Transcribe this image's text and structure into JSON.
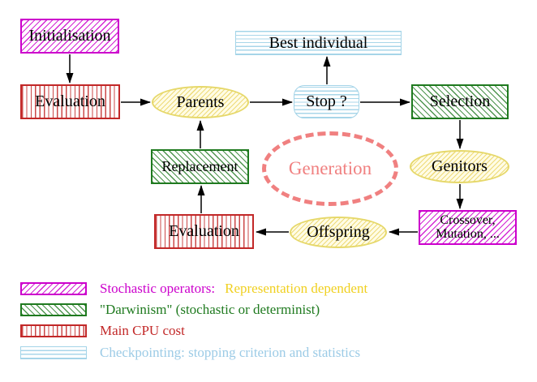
{
  "nodes": {
    "initialisation": {
      "label": "Initialisation"
    },
    "evaluation_top": {
      "label": "Evaluation"
    },
    "parents": {
      "label": "Parents"
    },
    "best_individual": {
      "label": "Best individual"
    },
    "stop": {
      "label": "Stop ?"
    },
    "selection": {
      "label": "Selection"
    },
    "genitors": {
      "label": "Genitors"
    },
    "crossover_mutation": {
      "line1": "Crossover,",
      "line2": "Mutation, ..."
    },
    "offspring": {
      "label": "Offspring"
    },
    "evaluation_bottom": {
      "label": "Evaluation"
    },
    "replacement": {
      "label": "Replacement"
    },
    "generation": {
      "label": "Generation"
    }
  },
  "legend": {
    "stochastic": {
      "label": "Stochastic operators:",
      "suffix": "Representation dependent"
    },
    "darwinism": {
      "label": "\"Darwinism\" (stochastic or determinist)"
    },
    "cpu": {
      "label": "Main CPU cost"
    },
    "checkpointing": {
      "label": "Checkpointing: stopping criterion and statistics"
    }
  },
  "colors": {
    "stochastic_magenta": "#cc00cc",
    "darwinism_green": "#1f7a1f",
    "cpu_red": "#c22828",
    "checkpoint_cyan": "#a4d4e8",
    "ellipse_yellow_border": "#e6d86a",
    "ellipse_yellow_fill": "#fffce5",
    "generation_salmon": "#f08080",
    "legend_yellow_text": "#f0d020",
    "legend_cyan_text": "#9ccbe6",
    "arrow_black": "#000000"
  }
}
